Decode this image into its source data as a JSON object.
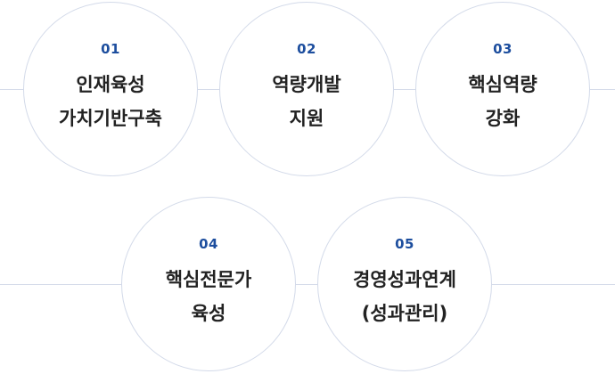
{
  "steps": [
    {
      "num": "01",
      "label": "인재육성\n가치기반구축"
    },
    {
      "num": "02",
      "label": "역량개발\n지원"
    },
    {
      "num": "03",
      "label": "핵심역량\n강화"
    },
    {
      "num": "04",
      "label": "핵심전문가\n육성"
    },
    {
      "num": "05",
      "label": "경영성과연계\n(성과관리)"
    }
  ],
  "colors": {
    "number": "#1d4e9e",
    "label": "#222222",
    "border": "#d3dae9",
    "connector": "#d6dcea"
  }
}
